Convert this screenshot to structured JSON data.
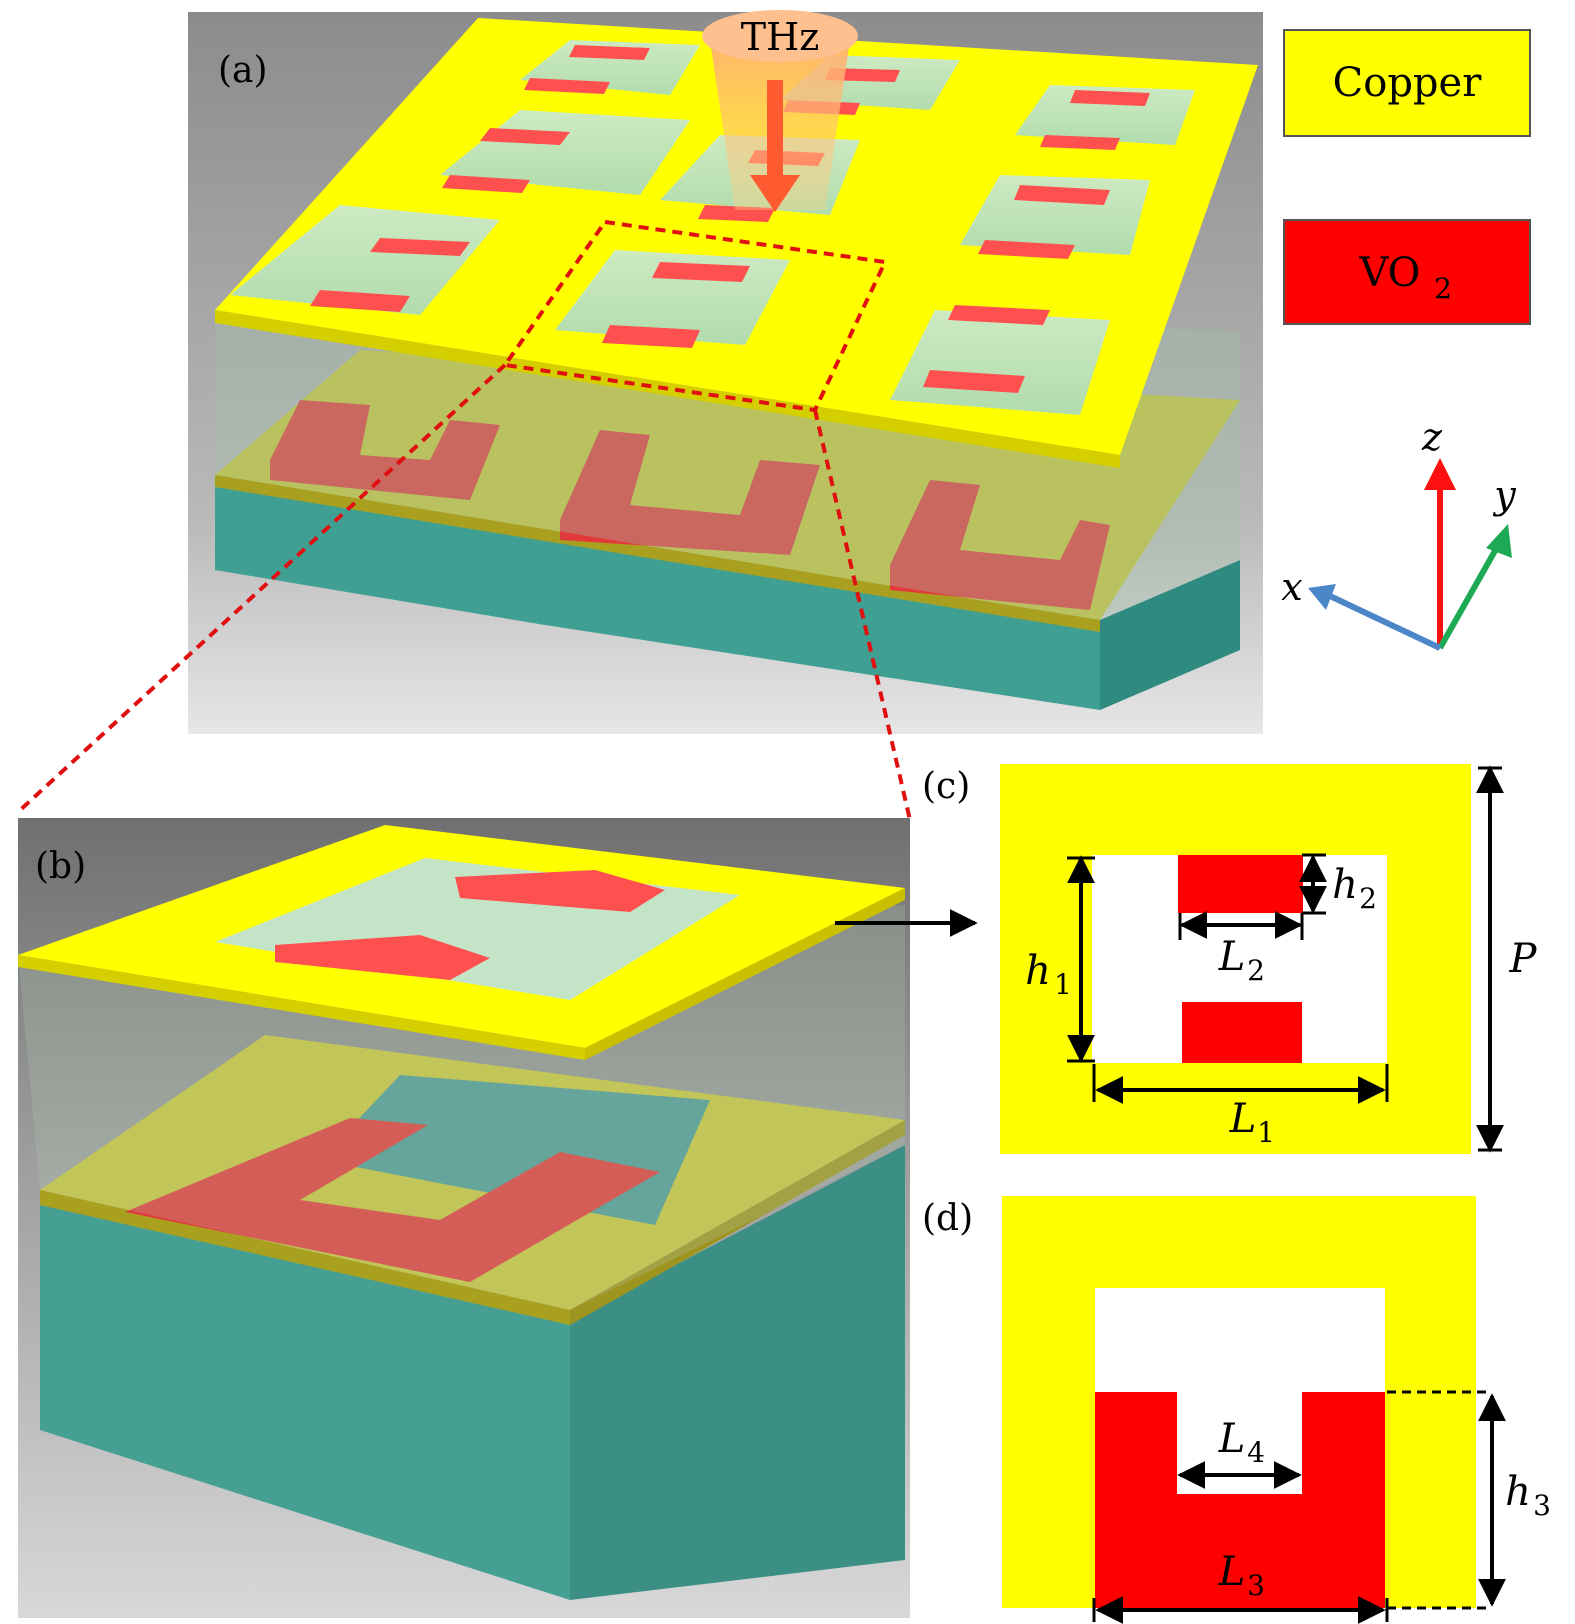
{
  "panels": {
    "a": "(a)",
    "b": "(b)",
    "c": "(c)",
    "d": "(d)"
  },
  "source_label": "THz",
  "legend": {
    "copper": "Copper",
    "vo2_base": "VO",
    "vo2_sub": "2"
  },
  "axes": {
    "x": "x",
    "y": "y",
    "z": "z"
  },
  "dims_c": {
    "h": "h",
    "h1_sub": "1",
    "h2_sub": "2",
    "L": "L",
    "L1_sub": "1",
    "L2_sub": "2",
    "P": "P"
  },
  "dims_d": {
    "L": "L",
    "L3_sub": "3",
    "L4_sub": "4",
    "h": "h",
    "h3_sub": "3"
  },
  "colors": {
    "copper": "#ffff00",
    "vo2": "#ff0000",
    "substrate": "#3f9f92",
    "axis_x": "#4a86c8",
    "axis_y": "#1eaa55",
    "axis_z": "#ff1010",
    "zoom_line": "#e01010"
  }
}
